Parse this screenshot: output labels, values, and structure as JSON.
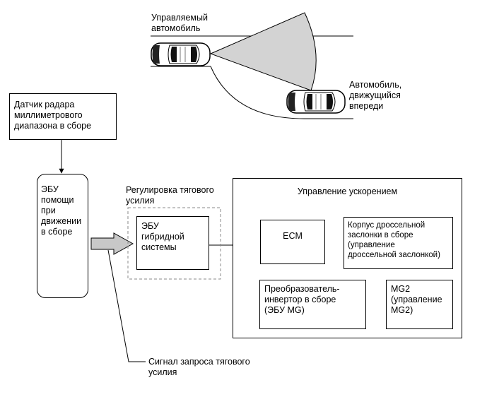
{
  "scene": {
    "controlled_vehicle_label": "Управляемый\nавтомобиль",
    "front_vehicle_label": "Автомобиль,\nдвижущийся\nвпереди"
  },
  "blocks": {
    "radar_sensor": "Датчик радара\nмиллиметрового\nдиапазона в сборе",
    "driving_assist_ecu": "ЭБУ\nпомощи\nпри\nдвижении\nв сборе",
    "traction_control_title": "Регулировка тягового\nусилия",
    "hybrid_ecu": "ЭБУ\nгибридной\nсистемы",
    "acceleration_control_title": "Управление ускорением",
    "ecm": "ECM",
    "throttle_body": "Корпус дроссельной\nзаслонки в сборе\n(управление\nдроссельной заслонкой)",
    "inverter": "Преобразователь-\nинвертор в сборе\n(ЭБУ MG)",
    "mg2": "MG2\n(управление\nMG2)",
    "traction_request_signal": "Сигнал запроса тягового\nусилия"
  },
  "colors": {
    "line": "#000000",
    "radar_beam": "#d3d3d3",
    "arrow_fill": "#c8c8c8",
    "dashed": "#888888"
  }
}
